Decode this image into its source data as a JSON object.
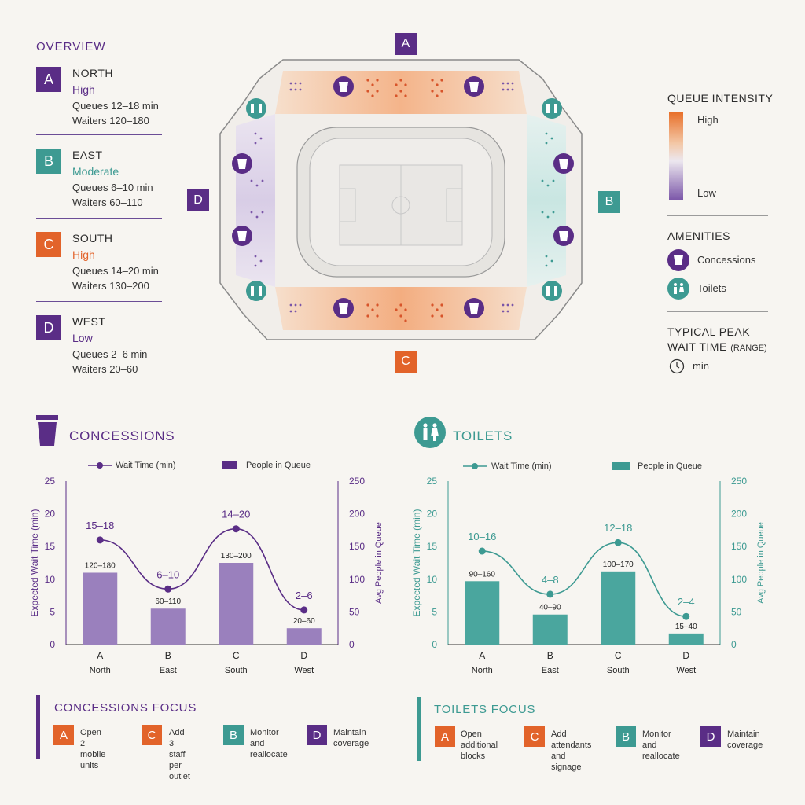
{
  "overview": {
    "title": "OVERVIEW",
    "zones": [
      {
        "letter": "A",
        "name": "NORTH",
        "level": "High",
        "queues": "Queues 12–18 min",
        "waiters": "Waiters 120–180",
        "color": "#5a2d86",
        "level_color": "#5a2d86"
      },
      {
        "letter": "B",
        "name": "EAST",
        "level": "Moderate",
        "queues": "Queues 6–10 min",
        "waiters": "Waiters 60–110",
        "color": "#3d9a92",
        "level_color": "#3d9a92"
      },
      {
        "letter": "C",
        "name": "SOUTH",
        "level": "High",
        "queues": "Queues 14–20 min",
        "waiters": "Waiters 130–200",
        "color": "#e2632a",
        "level_color": "#e2632a"
      },
      {
        "letter": "D",
        "name": "WEST",
        "level": "Low",
        "queues": "Queues 2–6 min",
        "waiters": "Waiters 20–60",
        "color": "#5a2d86",
        "level_color": "#5a2d86"
      }
    ]
  },
  "map": {
    "badges": {
      "north": "A",
      "east": "B",
      "south": "C",
      "west": "D"
    }
  },
  "legend": {
    "intensity_title": "QUEUE INTENSITY",
    "high": "High",
    "low": "Low",
    "amenities_title": "AMENITIES",
    "concessions": "Concessions",
    "toilets": "Toilets",
    "wait_title_1": "TYPICAL PEAK",
    "wait_title_2": "WAIT TIME",
    "wait_title_range": "(RANGE)",
    "wait_unit": "min"
  },
  "colors": {
    "purple": "#5a2d86",
    "teal": "#3d9a92",
    "orange": "#e2632a",
    "bar_purple": "#9a80bd",
    "bar_teal": "#4aa69e"
  },
  "chart_data": [
    {
      "type": "bar",
      "title": "CONCESSIONS",
      "categories": [
        "A",
        "B",
        "C",
        "D"
      ],
      "category_names": [
        "North",
        "East",
        "South",
        "West"
      ],
      "ylabel": "Expected Wait Time (min)",
      "y2label": "Avg People in Queue",
      "ylim": [
        0,
        25
      ],
      "y2lim": [
        0,
        250
      ],
      "yticks": [
        "0",
        "5",
        "10",
        "15",
        "20",
        "25"
      ],
      "y2ticks": [
        "0",
        "50",
        "100",
        "150",
        "200",
        "250"
      ],
      "series": [
        {
          "name": "Wait Time (min)",
          "kind": "line",
          "values": [
            16,
            8.5,
            17.7,
            5.3
          ],
          "labels": [
            "15–18",
            "6–10",
            "14–20",
            "2–6"
          ]
        },
        {
          "name": "People in Queue",
          "kind": "bar",
          "values": [
            110,
            55,
            125,
            25
          ],
          "labels": [
            "120–180",
            "60–110",
            "130–200",
            "20–60"
          ]
        }
      ]
    },
    {
      "type": "bar",
      "title": "TOILETS",
      "categories": [
        "A",
        "B",
        "C",
        "D"
      ],
      "category_names": [
        "North",
        "East",
        "South",
        "West"
      ],
      "ylabel": "Expected Wait Time (min)",
      "y2label": "Avg People in Queue",
      "ylim": [
        0,
        25
      ],
      "y2lim": [
        0,
        250
      ],
      "yticks": [
        "0",
        "5",
        "10",
        "15",
        "20",
        "25"
      ],
      "y2ticks": [
        "0",
        "50",
        "100",
        "150",
        "200",
        "250"
      ],
      "series": [
        {
          "name": "Wait Time (min)",
          "kind": "line",
          "values": [
            14.3,
            7.7,
            15.6,
            4.3
          ],
          "labels": [
            "10–16",
            "4–8",
            "12–18",
            "2–4"
          ]
        },
        {
          "name": "People in Queue",
          "kind": "bar",
          "values": [
            97,
            46,
            112,
            17
          ],
          "labels": [
            "90–160",
            "40–90",
            "100–170",
            "15–40"
          ]
        }
      ]
    }
  ],
  "focus": {
    "concessions": {
      "title": "CONCESSIONS FOCUS",
      "items": [
        {
          "letter": "A",
          "line1": "Open 2 mobile",
          "line2": "units",
          "color": "#e2632a"
        },
        {
          "letter": "C",
          "line1": "Add 3 staff",
          "line2": "per outlet",
          "color": "#e2632a"
        },
        {
          "letter": "B",
          "line1": "Monitor and",
          "line2": "reallocate",
          "color": "#3d9a92"
        },
        {
          "letter": "D",
          "line1": "Maintain",
          "line2": "coverage",
          "color": "#5a2d86"
        }
      ]
    },
    "toilets": {
      "title": "TOILETS FOCUS",
      "items": [
        {
          "letter": "A",
          "line1": "Open additional",
          "line2": "blocks",
          "color": "#e2632a"
        },
        {
          "letter": "C",
          "line1": "Add attendants",
          "line2": "and signage",
          "color": "#e2632a"
        },
        {
          "letter": "B",
          "line1": "Monitor and",
          "line2": "reallocate",
          "color": "#3d9a92"
        },
        {
          "letter": "D",
          "line1": "Maintain",
          "line2": "coverage",
          "color": "#5a2d86"
        }
      ]
    }
  }
}
